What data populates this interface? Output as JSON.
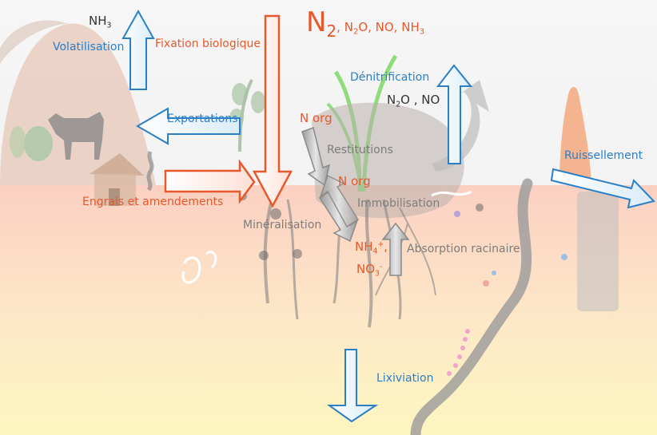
{
  "labels": {
    "nh3": "NH",
    "nh3_sub": "3",
    "volatilisation": "Volatilisation",
    "fixation": "Fixation biologique",
    "n2": "N",
    "n2_sub": "2",
    "n2_rest_a": ", N",
    "n2_rest_sub": "2",
    "n2_rest_b": "O, NO, NH",
    "n2_rest_sub2": "3",
    "denitrification": "Dénitrification",
    "n2o_a": "N",
    "n2o_sub": "2",
    "n2o_b": "O , NO",
    "exportations": "Exportations",
    "norg_top": "N org",
    "restitutions": "Restitutions",
    "norg_mid": "N org",
    "ruissellement": "Ruissellement",
    "engrais": "Engrais et amendements",
    "immobilisation": "Immobilisation",
    "mineralisation": "Minéralisation",
    "nh4": "NH",
    "nh4_sub": "4",
    "nh4_sup": "+",
    "nh4_comma": ",",
    "no3": "NO",
    "no3_sub": "3",
    "no3_sup": "-",
    "absorption": "Absorption racinaire",
    "lixiviation": "Lixiviation"
  },
  "colors": {
    "blue": "#2a7fc9",
    "orange": "#e8582a",
    "grey": "#7d7d7d",
    "sky": "#f4f4f4",
    "soil_top": "#fbd3c4",
    "soil_bottom": "#fdf7c2"
  }
}
